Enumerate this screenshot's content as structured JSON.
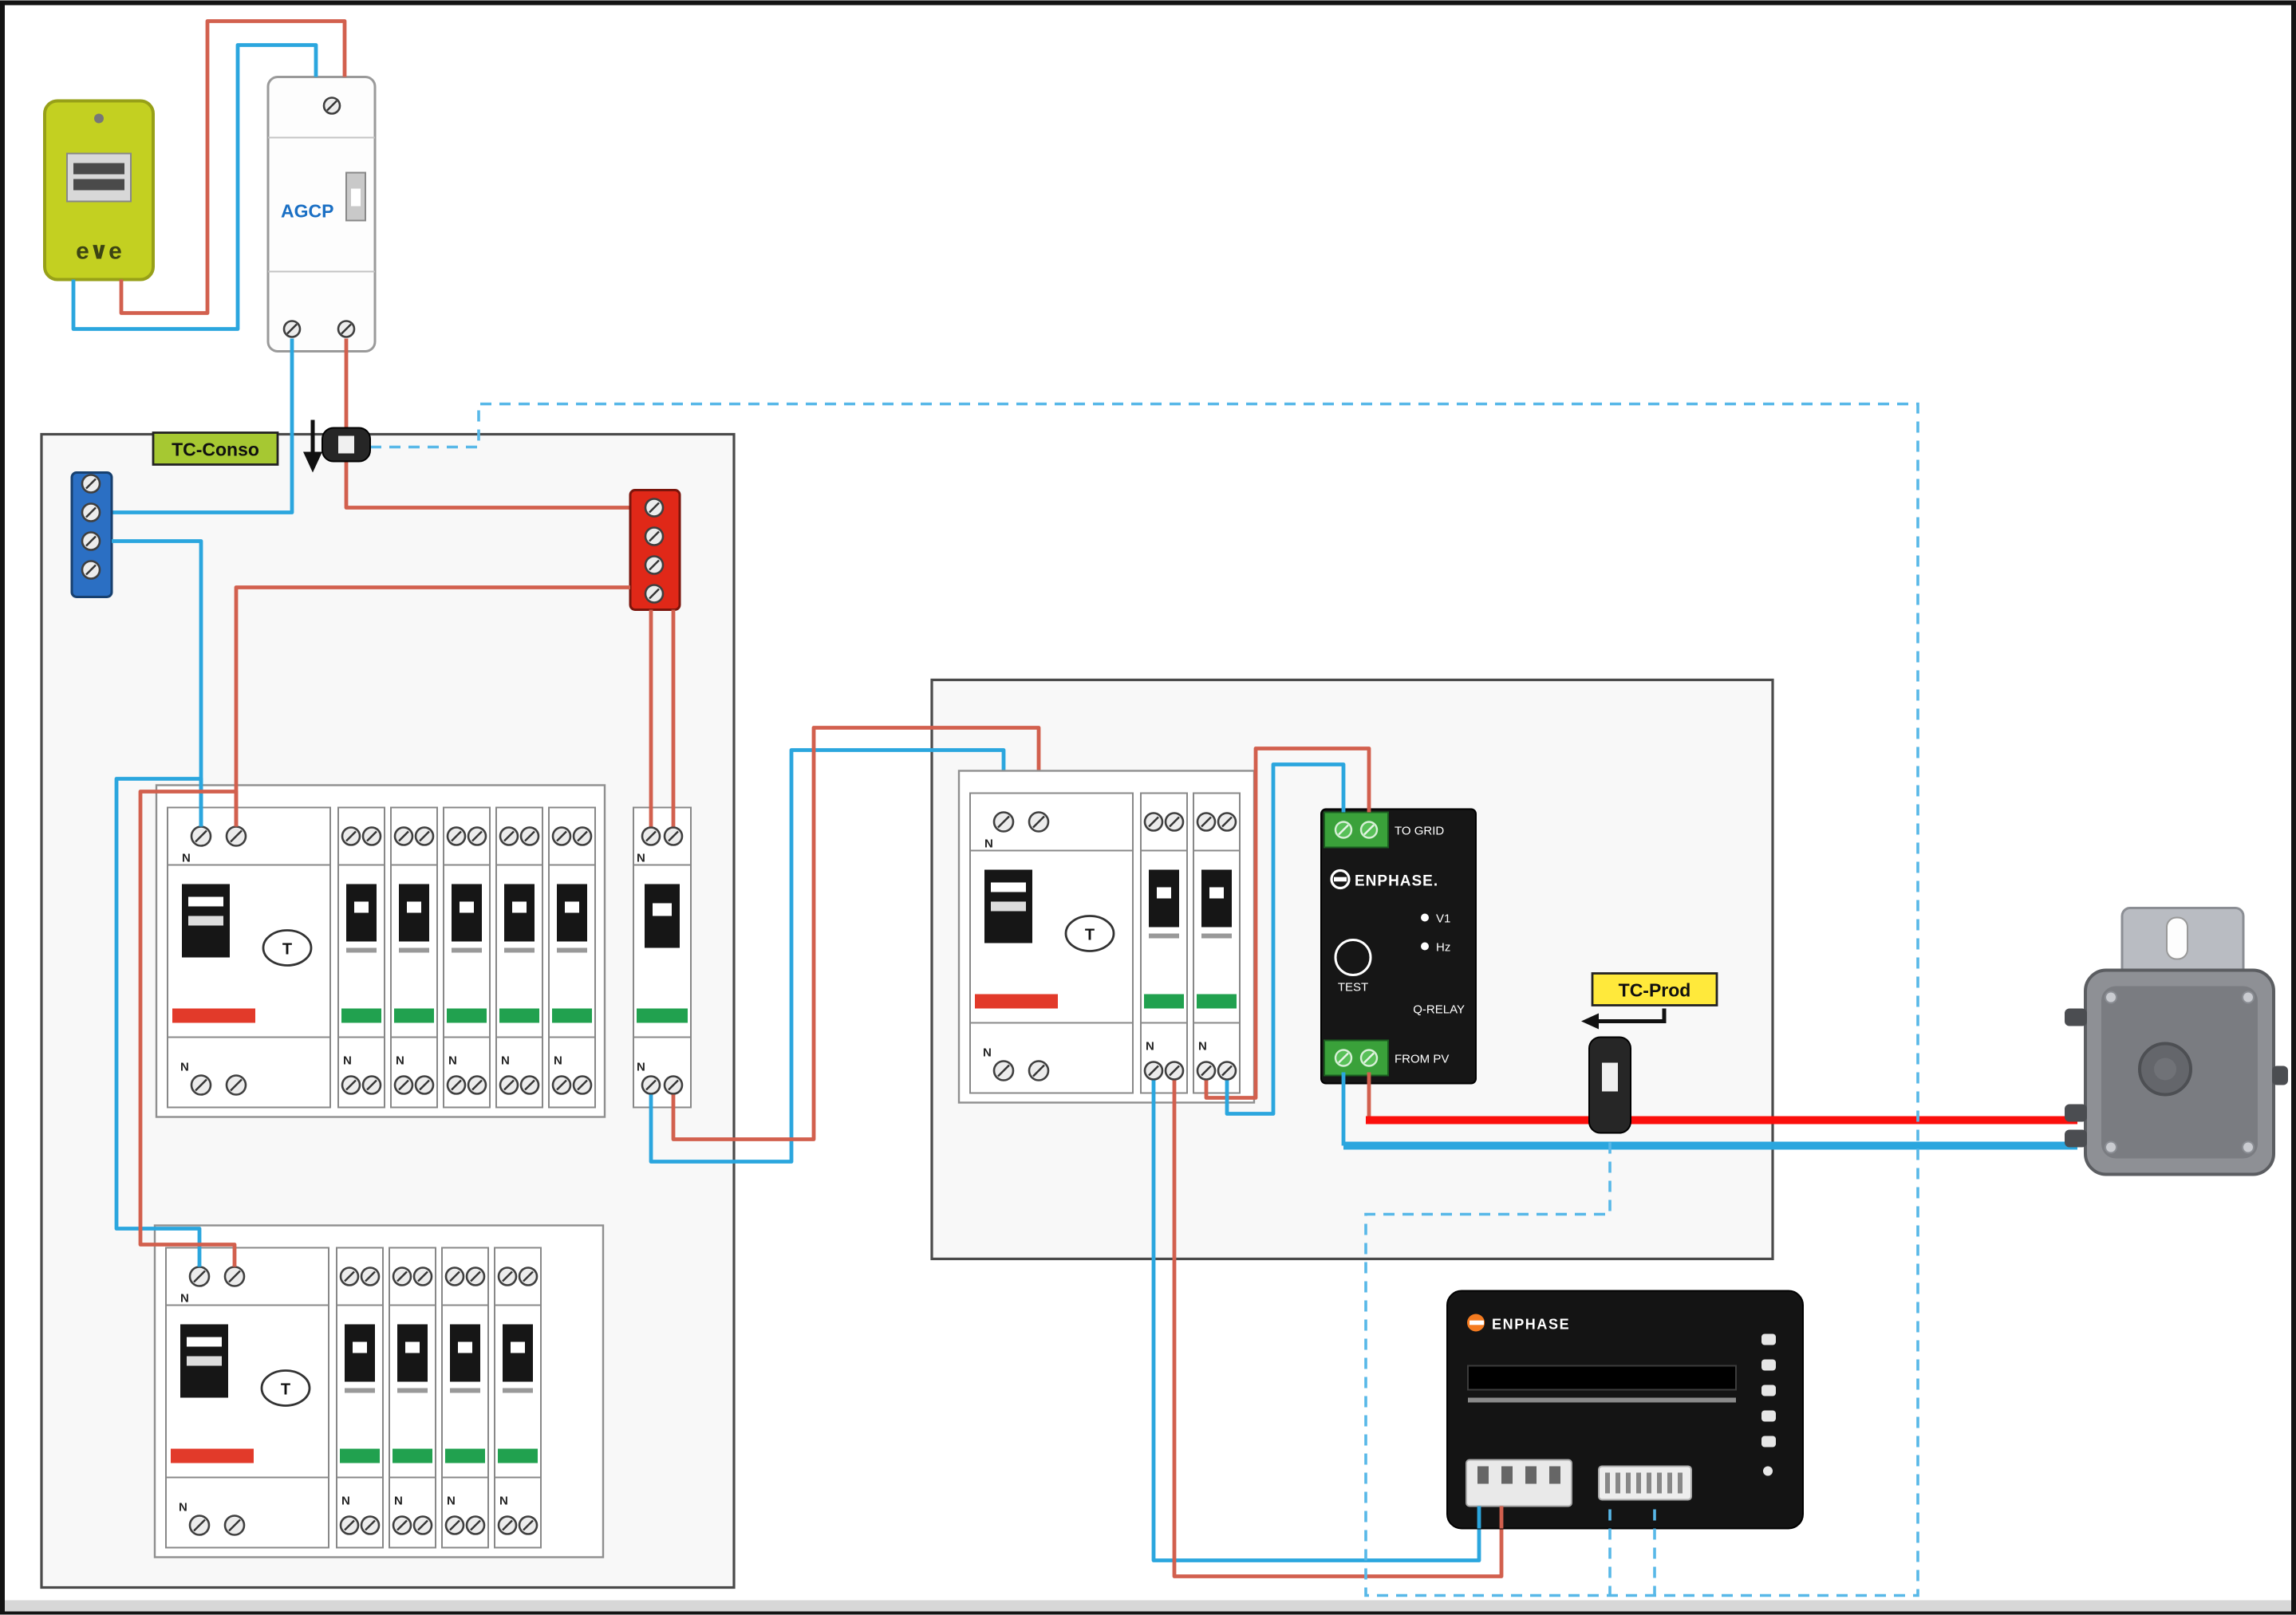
{
  "meter": {
    "logo": "e∨e"
  },
  "agcp": {
    "label": "AGCP"
  },
  "consumer_panel": {
    "tag": "TC-Conso"
  },
  "production": {
    "tag": "TC-Prod"
  },
  "terminal_labels": {
    "neutral": "N",
    "test_button": "T"
  },
  "qrelay": {
    "brand": "ENPHASE.",
    "to_grid": "TO GRID",
    "from_pv": "FROM PV",
    "led_v1": "V1",
    "led_hz": "Hz",
    "test": "TEST",
    "model": "Q-RELAY"
  },
  "envoy": {
    "brand": "ENPHASE"
  },
  "colors": {
    "phase_wire": "#d2604e",
    "neutral_wire": "#2ba6de",
    "pv_phase_wire": "#fb0f0c",
    "ct_link_dashed": "#58b8e8",
    "conso_tag_bg": "#a6c832",
    "prod_tag_bg": "#ffe93b",
    "meter_body": "#c3d021",
    "enphase_orange": "#f47b20",
    "terminal_block_neutral": "#2b6fc3",
    "terminal_block_phase": "#e02818",
    "qrelay_terminal_green": "#3aa13a"
  }
}
